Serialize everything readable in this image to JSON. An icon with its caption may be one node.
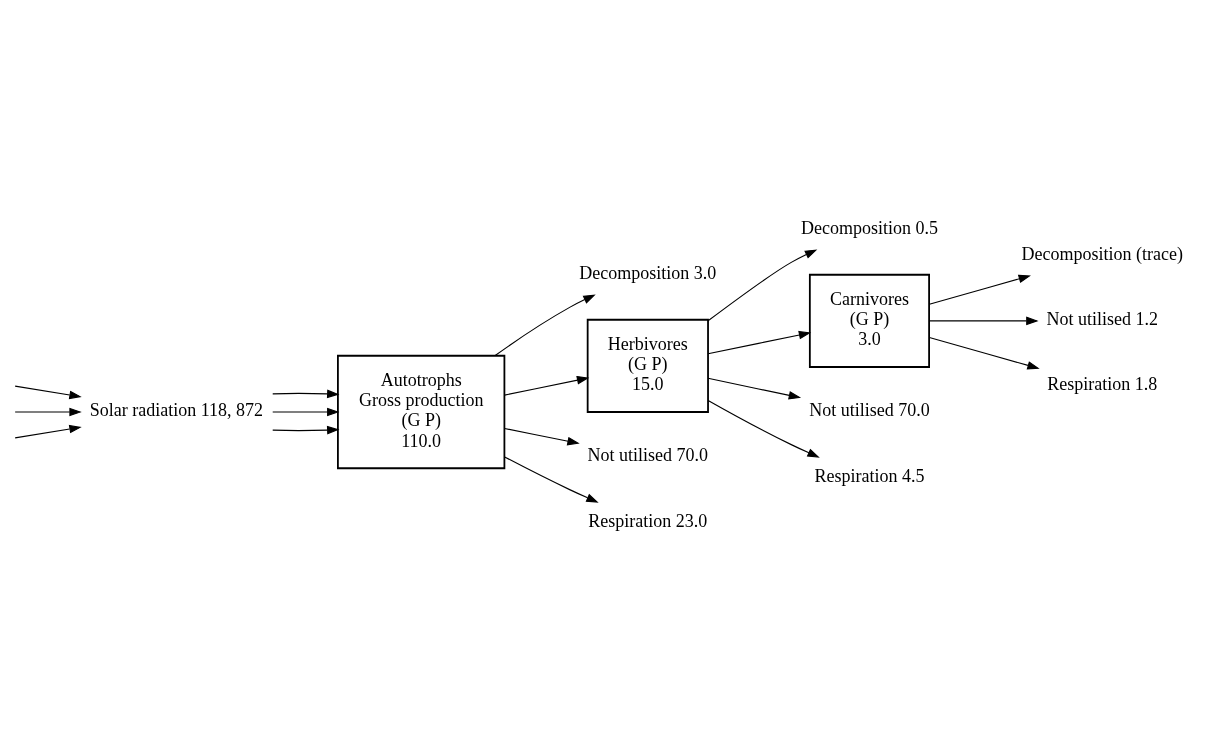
{
  "diagram": {
    "nodes": [
      {
        "text": [
          "Solar radiation 118, 872"
        ]
      },
      {
        "text": [
          "Autotrophs",
          "Gross production",
          "(G P)",
          "110.0"
        ]
      },
      {
        "text": [
          "Decomposition 3.0"
        ]
      },
      {
        "text": [
          "Herbivores",
          "(G P)",
          "15.0"
        ]
      },
      {
        "text": [
          "Not utilised 70.0"
        ]
      },
      {
        "text": [
          "Respiration 23.0"
        ]
      },
      {
        "text": [
          "Decomposition 0.5"
        ]
      },
      {
        "text": [
          "Carnivores",
          "(G P)",
          "3.0"
        ]
      },
      {
        "text": [
          "Not utilised 70.0"
        ]
      },
      {
        "text": [
          "Respiration 4.5"
        ]
      },
      {
        "text": [
          "Decomposition (trace)"
        ]
      },
      {
        "text": [
          "Not utilised 1.2"
        ]
      },
      {
        "text": [
          "Respiration 1.8"
        ]
      }
    ],
    "edges": [
      {
        "from": null,
        "to": 0,
        "arrow": "to"
      },
      {
        "from": null,
        "to": 0,
        "arrow": "to"
      },
      {
        "from": null,
        "to": 0,
        "arrow": "to"
      },
      {
        "from": 0,
        "to": 1,
        "arrow": "to"
      },
      {
        "from": 0,
        "to": 1,
        "arrow": "to"
      },
      {
        "from": 0,
        "to": 1,
        "arrow": "to"
      },
      {
        "from": 1,
        "to": 2,
        "arrow": "to"
      },
      {
        "from": 1,
        "to": 3,
        "arrow": "to"
      },
      {
        "from": 1,
        "to": 4,
        "arrow": "to"
      },
      {
        "from": 1,
        "to": 5,
        "arrow": "to"
      },
      {
        "from": 3,
        "to": 6,
        "arrow": "to"
      },
      {
        "from": 3,
        "to": 7,
        "arrow": "to"
      },
      {
        "from": 3,
        "to": 8,
        "arrow": "to"
      },
      {
        "from": 3,
        "to": 9,
        "arrow": "to"
      },
      {
        "from": 7,
        "to": 10,
        "arrow": "to"
      },
      {
        "from": 7,
        "to": 11,
        "arrow": "to"
      },
      {
        "from": 7,
        "to": 12,
        "arrow": "to"
      }
    ]
  }
}
